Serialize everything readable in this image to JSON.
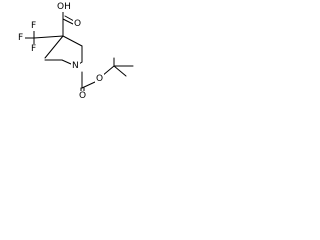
{
  "molecule": {
    "labels": {
      "cooh_top": "OH",
      "cooh_carbonyl_o": "O",
      "cf3_f_top": "F",
      "cf3_f_left": "F",
      "cf3_f_bottom": "F",
      "ring_n": "N",
      "boc_carbonyl_o": "O",
      "boc_ester_o": "O"
    }
  }
}
